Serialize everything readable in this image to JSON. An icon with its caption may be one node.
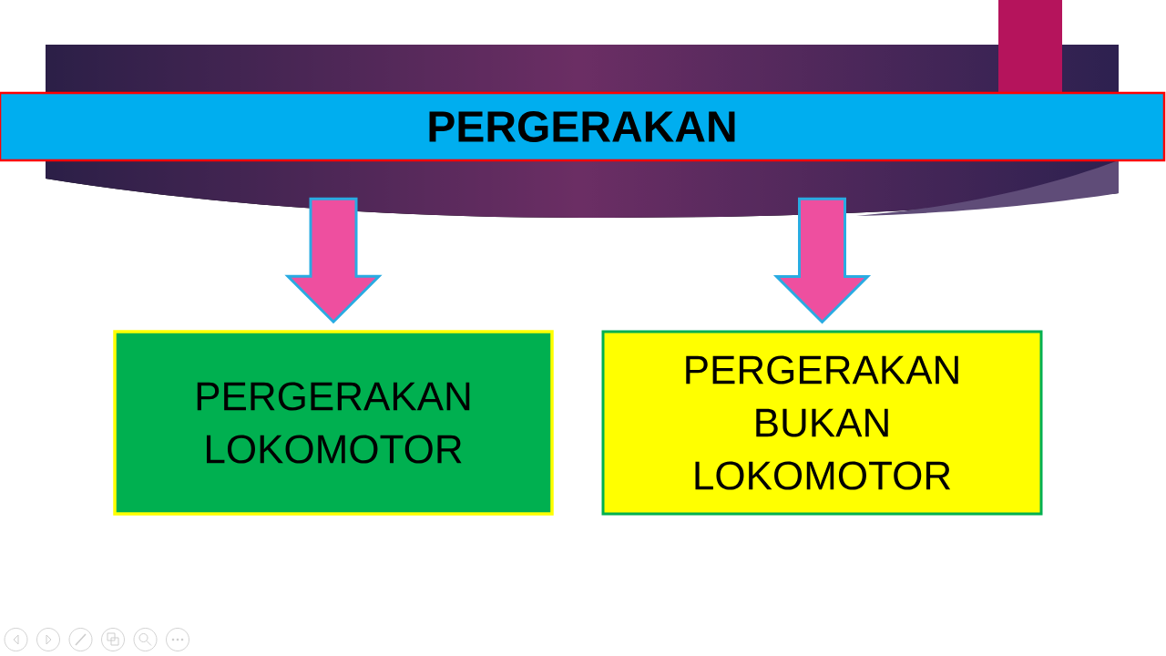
{
  "diagram": {
    "nodes": [
      {
        "text": [
          "PERGERAKAN"
        ]
      },
      {
        "text": [
          "PERGERAKAN LOKOMOTOR"
        ]
      },
      {
        "text": [
          "PERGERAKAN BUKAN LOKOMOTOR"
        ]
      }
    ],
    "edges": [
      {
        "from": 0,
        "to": 1,
        "arrow": "to"
      },
      {
        "from": 0,
        "to": 2,
        "arrow": "to"
      }
    ]
  }
}
